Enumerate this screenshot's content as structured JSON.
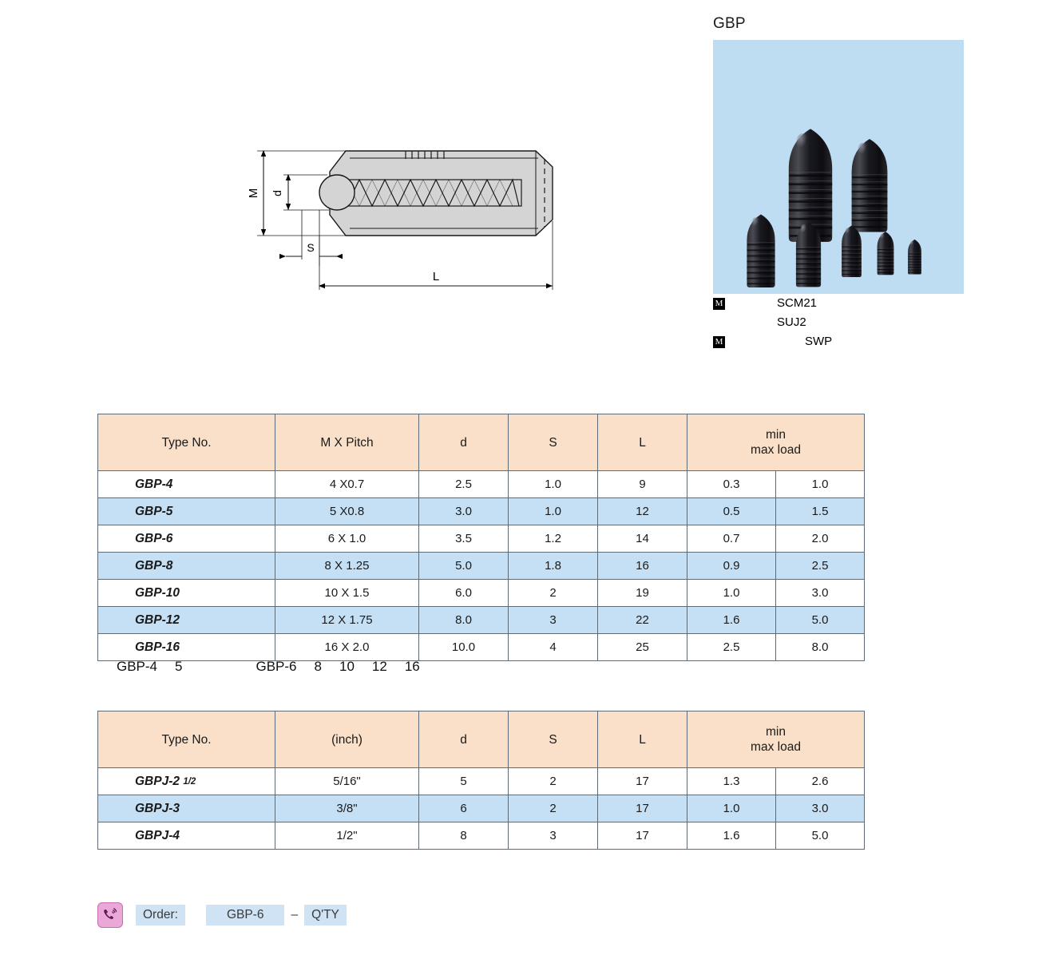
{
  "product": {
    "title": "GBP",
    "photo_bg": "#bedcf2",
    "photo_caption_icon": "ball-plunger-photo"
  },
  "drawing": {
    "labels": {
      "m": "M",
      "d": "d",
      "s": "S",
      "l": "L"
    }
  },
  "materials": {
    "rows": [
      {
        "badge": "M",
        "name": "SCM21"
      },
      {
        "badge": "",
        "name": "SUJ2"
      },
      {
        "badge": "M",
        "name": "SWP"
      }
    ]
  },
  "table_metric": {
    "headers": [
      "Type No.",
      "M X Pitch",
      "d",
      "S",
      "L",
      "min\nmax load"
    ],
    "header_min": "min",
    "header_maxload": "max load",
    "rows": [
      {
        "type": "GBP-4",
        "pitch": "4 X0.7",
        "d": "2.5",
        "s": "1.0",
        "l": "9",
        "min": "0.3",
        "max": "1.0"
      },
      {
        "type": "GBP-5",
        "pitch": "5 X0.8",
        "d": "3.0",
        "s": "1.0",
        "l": "12",
        "min": "0.5",
        "max": "1.5"
      },
      {
        "type": "GBP-6",
        "pitch": "6 X 1.0",
        "d": "3.5",
        "s": "1.2",
        "l": "14",
        "min": "0.7",
        "max": "2.0"
      },
      {
        "type": "GBP-8",
        "pitch": "8 X 1.25",
        "d": "5.0",
        "s": "1.8",
        "l": "16",
        "min": "0.9",
        "max": "2.5"
      },
      {
        "type": "GBP-10",
        "pitch": "10 X 1.5",
        "d": "6.0",
        "s": "2",
        "l": "19",
        "min": "1.0",
        "max": "3.0"
      },
      {
        "type": "GBP-12",
        "pitch": "12 X 1.75",
        "d": "8.0",
        "s": "3",
        "l": "22",
        "min": "1.6",
        "max": "5.0"
      },
      {
        "type": "GBP-16",
        "pitch": "16 X 2.0",
        "d": "10.0",
        "s": "4",
        "l": "25",
        "min": "2.5",
        "max": "8.0"
      }
    ]
  },
  "note": {
    "part_a": "GBP-4",
    "part_b": "5",
    "part_c": "GBP-6",
    "part_d": "8",
    "part_e": "10",
    "part_f": "12",
    "part_g": "16"
  },
  "table_inch": {
    "headers": [
      "Type No.",
      "(inch)",
      "d",
      "S",
      "L",
      "min\nmax load"
    ],
    "header_min": "min",
    "header_maxload": "max load",
    "rows": [
      {
        "type": "GBPJ-2",
        "frac": "1/2",
        "size": "5/16\"",
        "d": "5",
        "s": "2",
        "l": "17",
        "min": "1.3",
        "max": "2.6"
      },
      {
        "type": "GBPJ-3",
        "frac": "",
        "size": "3/8\"",
        "d": "6",
        "s": "2",
        "l": "17",
        "min": "1.0",
        "max": "3.0"
      },
      {
        "type": "GBPJ-4",
        "frac": "",
        "size": "1/2\"",
        "d": "8",
        "s": "3",
        "l": "17",
        "min": "1.6",
        "max": "5.0"
      }
    ]
  },
  "order": {
    "icon": "telephone-ringing-icon",
    "label": "Order:",
    "code": "GBP-6",
    "dash": "–",
    "qty": "Q'TY"
  },
  "colors": {
    "header_fill": "#fae0c8",
    "alt_row_fill": "#c5e0f5",
    "photo_bg": "#bedcf2",
    "highlight": "#cfe3f5",
    "order_icon_bg": "#e9a8d6",
    "border": "#5d6a77"
  }
}
